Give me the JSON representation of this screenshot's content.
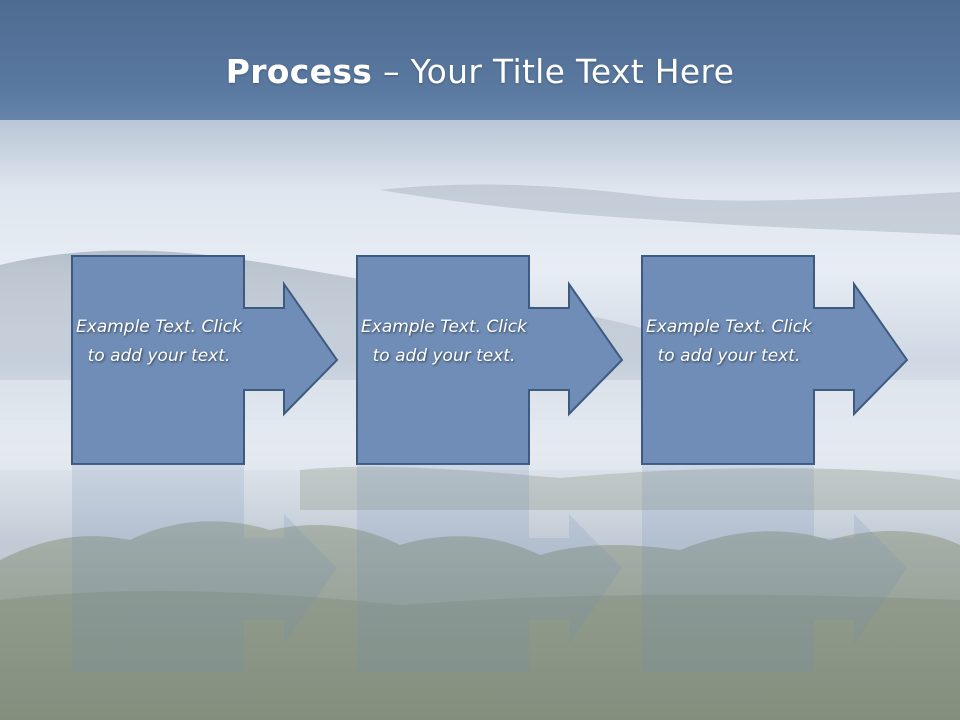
{
  "slide": {
    "title_bold": "Process",
    "title_rest": " – Your Title Text Here"
  },
  "steps": [
    {
      "text": "Example Text. Click  to add your text."
    },
    {
      "text": "Example Text. Click  to add your text."
    },
    {
      "text": "Example Text. Click  to add your text."
    }
  ],
  "colors": {
    "shape_fill": "#6f8db6",
    "shape_stroke": "#3f5a80",
    "header": "#5a79a0"
  }
}
